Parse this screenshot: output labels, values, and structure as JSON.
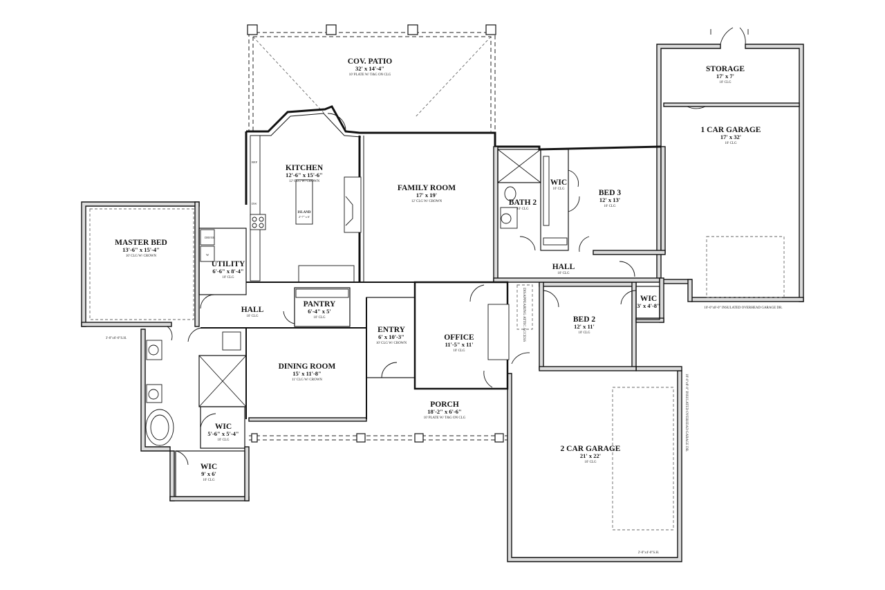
{
  "rooms": [
    {
      "id": "cov-patio",
      "name": "COV. PATIO",
      "dims": "32' x 14'-4\"",
      "note": "10' PLATE W/ T&G ON CLG"
    },
    {
      "id": "storage",
      "name": "STORAGE",
      "dims": "17' x 7'",
      "note": "10' CLG"
    },
    {
      "id": "garage-1car",
      "name": "1 CAR GARAGE",
      "dims": "17' x 32'",
      "note": "10' CLG"
    },
    {
      "id": "kitchen",
      "name": "KITCHEN",
      "dims": "12'-6\" x 15'-6\"",
      "note": "12' CLG W/ CROWN"
    },
    {
      "id": "family-room",
      "name": "FAMILY ROOM",
      "dims": "17' x 19'",
      "note": "12' CLG W/ CROWN"
    },
    {
      "id": "wic-bed3",
      "name": "WIC",
      "dims": "",
      "note": "10' CLG"
    },
    {
      "id": "bed-3",
      "name": "BED 3",
      "dims": "12' x 13'",
      "note": "10' CLG"
    },
    {
      "id": "bath-2",
      "name": "BATH 2",
      "dims": "",
      "note": "10' CLG"
    },
    {
      "id": "master-bed",
      "name": "MASTER BED",
      "dims": "13'-6\" x 15'-4\"",
      "note": "10' CLG W/ CROWN"
    },
    {
      "id": "utility",
      "name": "UTILITY",
      "dims": "6'-6\" x 8'-4\"",
      "note": "10' CLG"
    },
    {
      "id": "hall-east",
      "name": "HALL",
      "dims": "",
      "note": "10' CLG"
    },
    {
      "id": "pantry",
      "name": "PANTRY",
      "dims": "6'-4\" x 5'",
      "note": "10' CLG"
    },
    {
      "id": "hall-west",
      "name": "HALL",
      "dims": "",
      "note": "10' CLG"
    },
    {
      "id": "wic-bed2",
      "name": "WIC",
      "dims": "3' x 4'-8\"",
      "note": ""
    },
    {
      "id": "bed-2",
      "name": "BED 2",
      "dims": "12' x 11'",
      "note": "10' CLG"
    },
    {
      "id": "entry",
      "name": "ENTRY",
      "dims": "6' x 10'-3\"",
      "note": "10' CLG W/ CROWN"
    },
    {
      "id": "office",
      "name": "OFFICE",
      "dims": "11'-5\" x 11'",
      "note": "10' CLG"
    },
    {
      "id": "dining-room",
      "name": "DINING ROOM",
      "dims": "15' x 11'-8\"",
      "note": "11' CLG W/ CROWN"
    },
    {
      "id": "porch",
      "name": "PORCH",
      "dims": "18'-2\" x 6'-6\"",
      "note": "10' PLATE W/ T&G ON CLG"
    },
    {
      "id": "wic-master",
      "name": "WIC",
      "dims": "5'-6\" x 5'-4\"",
      "note": "10' CLG"
    },
    {
      "id": "wic-master-2",
      "name": "WIC",
      "dims": "9' x 6'",
      "note": "10' CLG"
    },
    {
      "id": "garage-2car",
      "name": "2 CAR GARAGE",
      "dims": "21' x 22'",
      "note": "10' CLG"
    }
  ],
  "annotations": {
    "island": "ISLAND",
    "island_dims": "2'-7\" x 6'",
    "attic_access": "DISAPPEARING ATTIC ACCESS",
    "garage_door_1car": "10'-0\"x8'-0\" INSULATED OVERHEAD GARAGE DR.",
    "garage_door_2car": "18'-0\"x8'-0\" INSULATED OVERHEAD GARAGE DR.",
    "window_master": "3'-0\"x6'-0\"S.H.",
    "window_garage": "2'-0\"x4'-0\"S.H.",
    "dryer": "DRYER",
    "washer": "W",
    "ref": "REF",
    "dw": "DW"
  }
}
